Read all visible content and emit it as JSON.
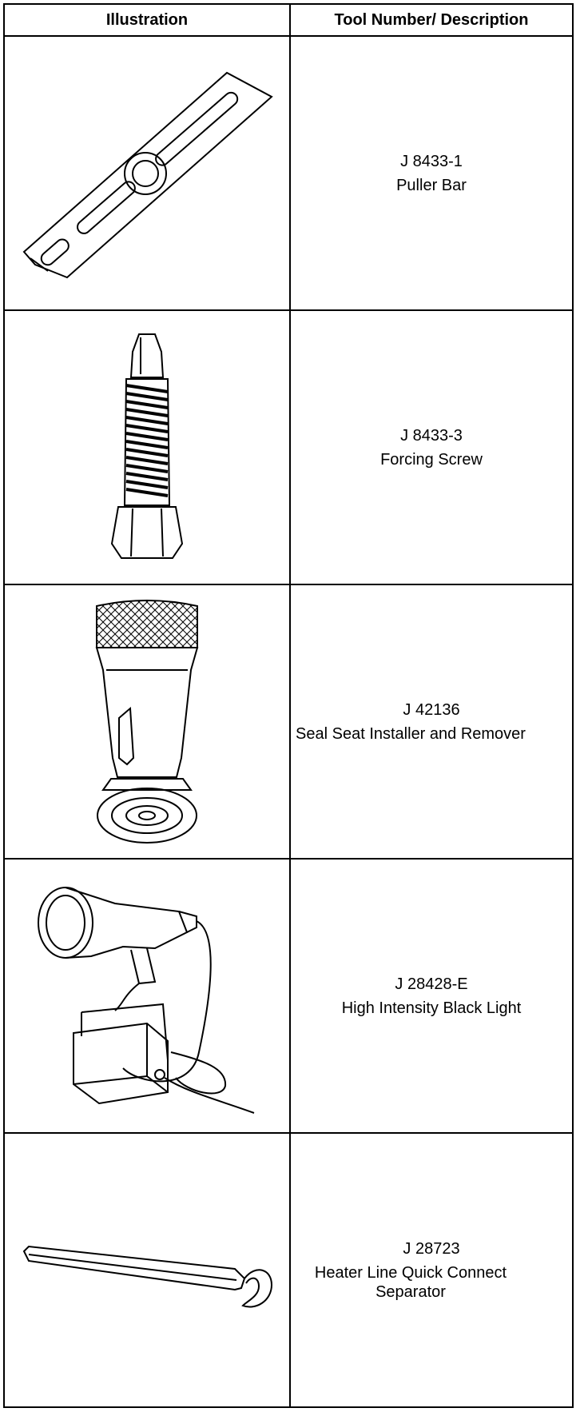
{
  "table": {
    "headers": {
      "illustration": "Illustration",
      "description": "Tool Number/ Description"
    },
    "rows": [
      {
        "tool_number": "J 8433-1",
        "description": "Puller Bar",
        "icon": "puller-bar-illustration"
      },
      {
        "tool_number": "J 8433-3",
        "description": "Forcing Screw",
        "icon": "forcing-screw-illustration"
      },
      {
        "tool_number": "J 42136",
        "description": "Seal Seat Installer and Remover",
        "icon": "seal-seat-installer-illustration"
      },
      {
        "tool_number": "J 28428-E",
        "description": "High Intensity Black Light",
        "icon": "black-light-illustration"
      },
      {
        "tool_number": "J 28723",
        "description": "Heater Line Quick Connect Separator",
        "icon": "quick-connect-separator-illustration"
      }
    ]
  }
}
